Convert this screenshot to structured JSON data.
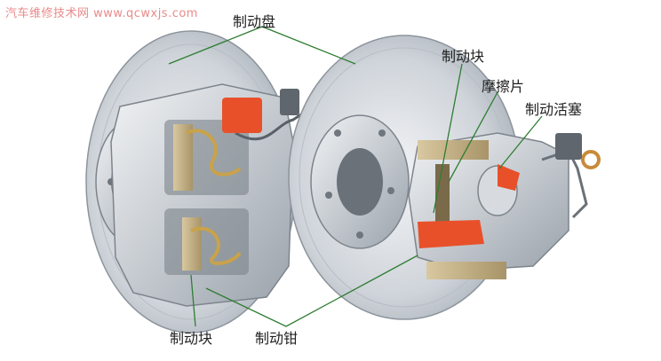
{
  "watermark": "汽车维修技术网 www.qcwxjs.com",
  "labels": {
    "brake_disc": "制动盘",
    "brake_pad_right": "制动块",
    "friction_plate": "摩擦片",
    "brake_piston": "制动活塞",
    "brake_pad_bottom": "制动块",
    "brake_caliper": "制动钳"
  },
  "colors": {
    "leader_line": "#2e7d32",
    "accent_red": "#e8502a",
    "metal_light": "#e3e6ea",
    "metal_dark": "#9aa2ab",
    "pad_tan": "#c8b48a"
  }
}
